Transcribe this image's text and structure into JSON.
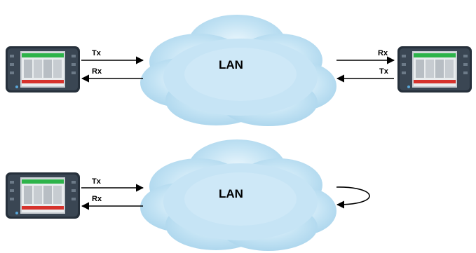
{
  "diagrams": [
    {
      "cloud_label": "LAN",
      "left_device": {
        "tx_label": "Tx",
        "rx_label": "Rx"
      },
      "right_device": {
        "rx_label": "Rx",
        "tx_label": "Tx"
      }
    },
    {
      "cloud_label": "LAN",
      "left_device": {
        "tx_label": "Tx",
        "rx_label": "Rx"
      },
      "loopback": true
    }
  ],
  "colors": {
    "cloud": "#b9def2",
    "cloud_edge": "#d7eef9",
    "device_body": "#2a3440",
    "screen": "#dfe3e6",
    "screen_bar_green": "#2db34a",
    "screen_bar_red": "#d6322c"
  }
}
